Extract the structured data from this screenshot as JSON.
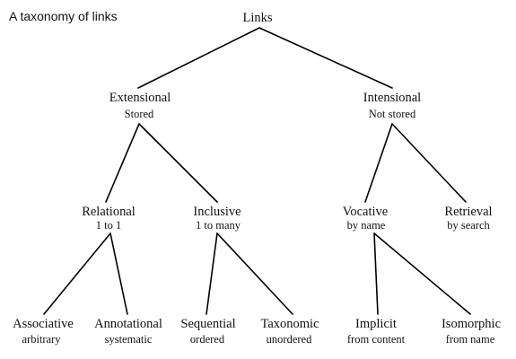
{
  "caption": "A taxonomy of links",
  "root": {
    "label": "Links"
  },
  "level1": [
    {
      "label": "Extensional",
      "sublabel": "Stored"
    },
    {
      "label": "Intensional",
      "sublabel": "Not stored"
    }
  ],
  "level2": [
    {
      "label": "Relational",
      "sublabel": "1 to 1"
    },
    {
      "label": "Inclusive",
      "sublabel": "1 to many"
    },
    {
      "label": "Vocative",
      "sublabel": "by name"
    },
    {
      "label": "Retrieval",
      "sublabel": "by search"
    }
  ],
  "level3": [
    {
      "label": "Associative",
      "sublabel": "arbitrary"
    },
    {
      "label": "Annotational",
      "sublabel": "systematic"
    },
    {
      "label": "Sequential",
      "sublabel": "ordered"
    },
    {
      "label": "Taxonomic",
      "sublabel": "unordered"
    },
    {
      "label": "Implicit",
      "sublabel": "from content"
    },
    {
      "label": "Isomorphic",
      "sublabel": "from name"
    }
  ]
}
